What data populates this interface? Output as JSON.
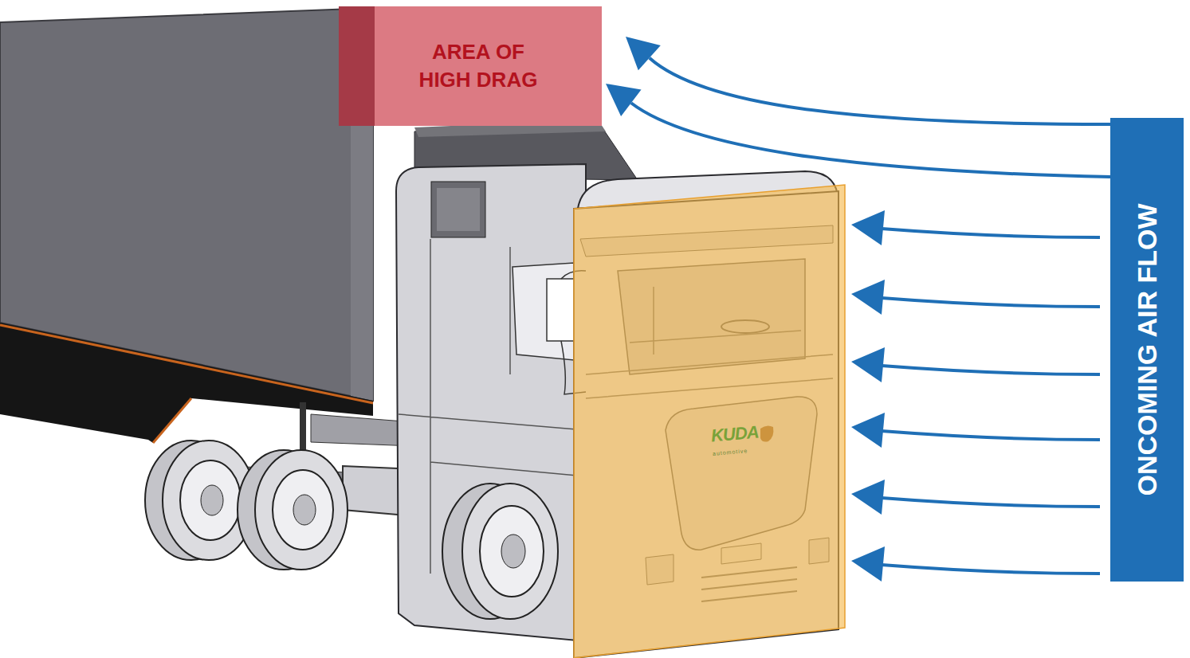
{
  "diagram": {
    "nodes": [
      {
        "text": [
          "AREA OF HIGH DRAG"
        ]
      },
      {
        "text": [
          "ONCOMING AIR FLOW"
        ]
      }
    ],
    "edges": [
      {
        "from": 1,
        "to": 0,
        "arrow": "to"
      },
      {
        "from": 1,
        "to": 0,
        "arrow": "to"
      }
    ],
    "labels": [
      "KUDA",
      "automotive"
    ]
  }
}
